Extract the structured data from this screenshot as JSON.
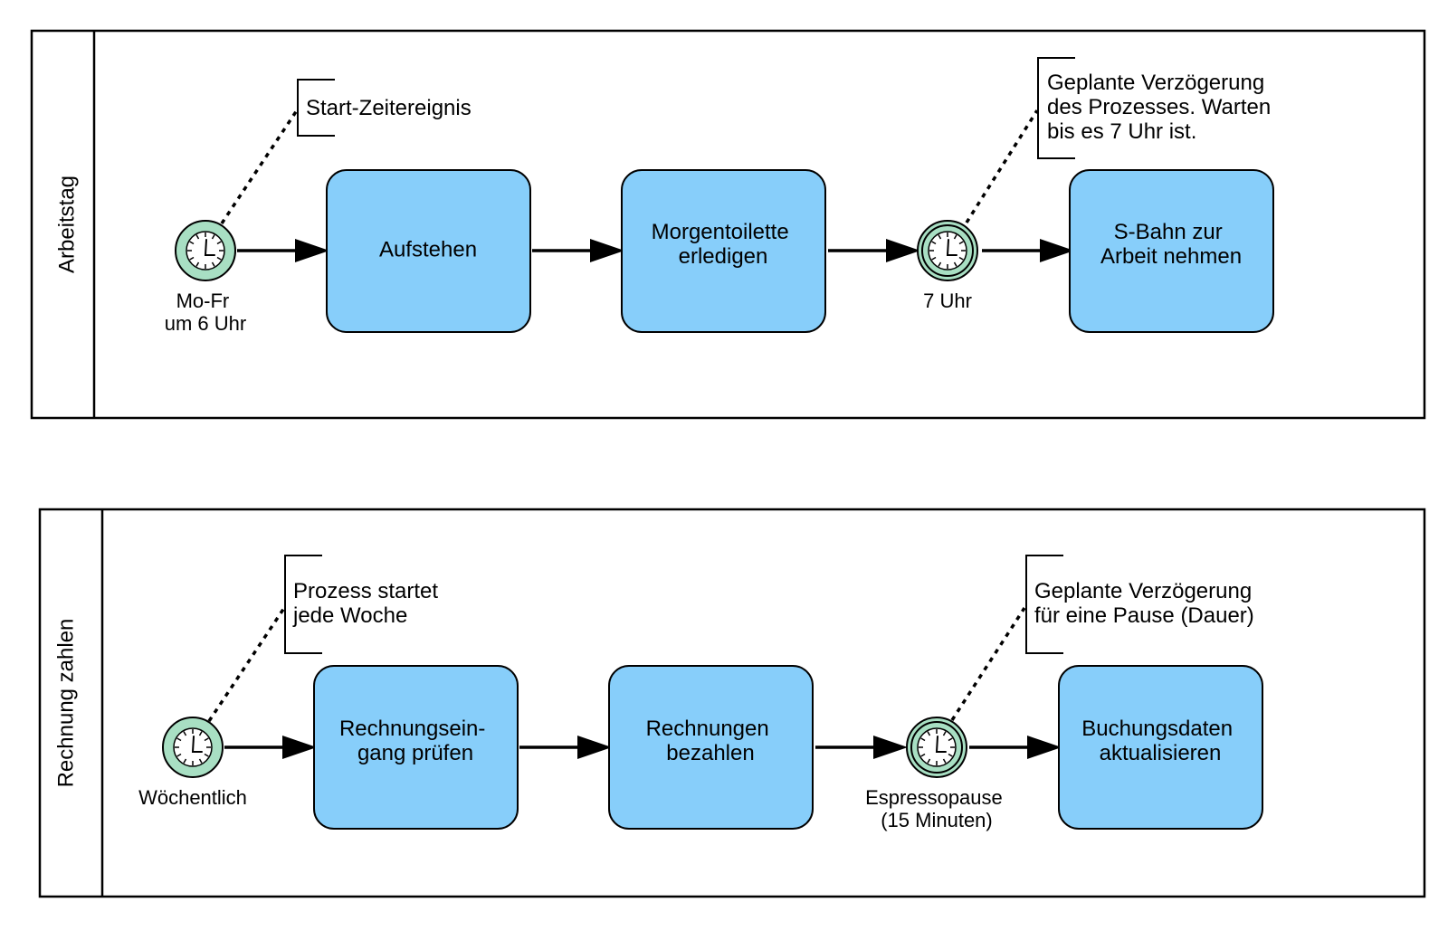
{
  "colors": {
    "task_fill": "#87CEFA",
    "event_fill": "#A8DFC3",
    "stroke": "#000000"
  },
  "pools": [
    {
      "label": "Arbeitstag",
      "start_event": {
        "label": [
          "Mo-Fr",
          "um 6 Uhr"
        ],
        "type": "timer-start",
        "icon": "clock-icon"
      },
      "tasks": [
        {
          "label": [
            "Aufstehen"
          ]
        },
        {
          "label": [
            "Morgentoilette",
            "erledigen"
          ]
        },
        {
          "label": [
            "S-Bahn zur",
            "Arbeit nehmen"
          ]
        }
      ],
      "intermediate_event": {
        "label": [
          "7 Uhr"
        ],
        "type": "timer-intermediate",
        "icon": "clock-icon"
      },
      "annotations": [
        {
          "text": [
            "Start-Zeitereignis"
          ]
        },
        {
          "text": [
            "Geplante Verzögerung",
            "des Prozesses. Warten",
            "bis es 7 Uhr ist."
          ]
        }
      ]
    },
    {
      "label": "Rechnung zahlen",
      "start_event": {
        "label": [
          "Wöchentlich"
        ],
        "type": "timer-start",
        "icon": "clock-icon"
      },
      "tasks": [
        {
          "label": [
            "Rechnungsein-",
            "gang prüfen"
          ]
        },
        {
          "label": [
            "Rechnungen",
            "bezahlen"
          ]
        },
        {
          "label": [
            "Buchungsdaten",
            "aktualisieren"
          ]
        }
      ],
      "intermediate_event": {
        "label": [
          "Espressopause",
          "(15 Minuten)"
        ],
        "type": "timer-intermediate",
        "icon": "clock-icon"
      },
      "annotations": [
        {
          "text": [
            "Prozess startet",
            "jede Woche"
          ]
        },
        {
          "text": [
            "Geplante Verzögerung",
            "für eine Pause (Dauer)"
          ]
        }
      ]
    }
  ]
}
